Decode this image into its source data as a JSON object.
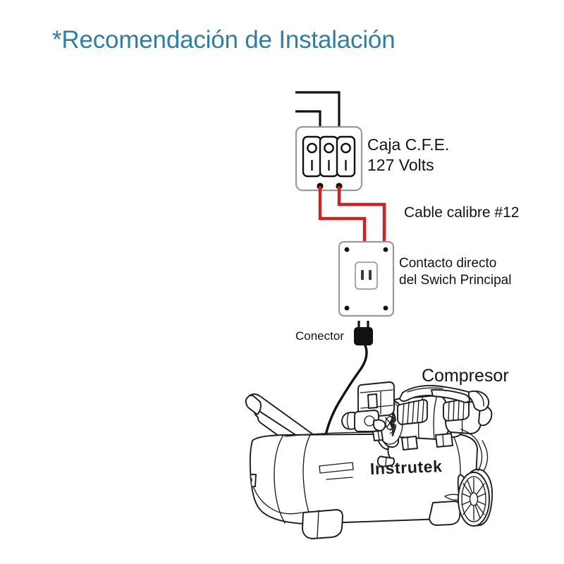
{
  "page": {
    "title": "*Recomendación de Instalación",
    "background_color": "#ffffff",
    "title_color": "#2e7fa8",
    "text_color": "#131313",
    "wire_black_color": "#111111",
    "wire_red_color": "#cc2222",
    "box_outline_color": "#8c8c8c",
    "line_art_color": "#1a1a1a"
  },
  "labels": {
    "caja_cfe_line1": "Caja C.F.E.",
    "caja_cfe_line2": "127 Volts",
    "cable_calibre": "Cable calibre #12",
    "contacto_line1": "Contacto directo",
    "contacto_line2": "del Swich Principal",
    "conector": "Conector",
    "compresor": "Compresor",
    "brand": "Instrutek"
  },
  "components": {
    "breaker_panel": {
      "name": "Caja C.F.E.",
      "voltage": "127 Volts",
      "breaker_count": 3
    },
    "outlet_box": {
      "name": "Contacto directo del Swich Principal",
      "screw_count": 4,
      "slot_count": 2
    },
    "plug": {
      "name": "Conector",
      "prong_count": 2
    },
    "compressor": {
      "name": "Compresor",
      "brand": "Instrutek",
      "wheel_spokes": 12
    },
    "wiring": {
      "feed_wires": 2,
      "feed_color": "#111111",
      "branch_wires": 2,
      "branch_color": "#cc2222",
      "branch_gauge": "#12"
    }
  }
}
